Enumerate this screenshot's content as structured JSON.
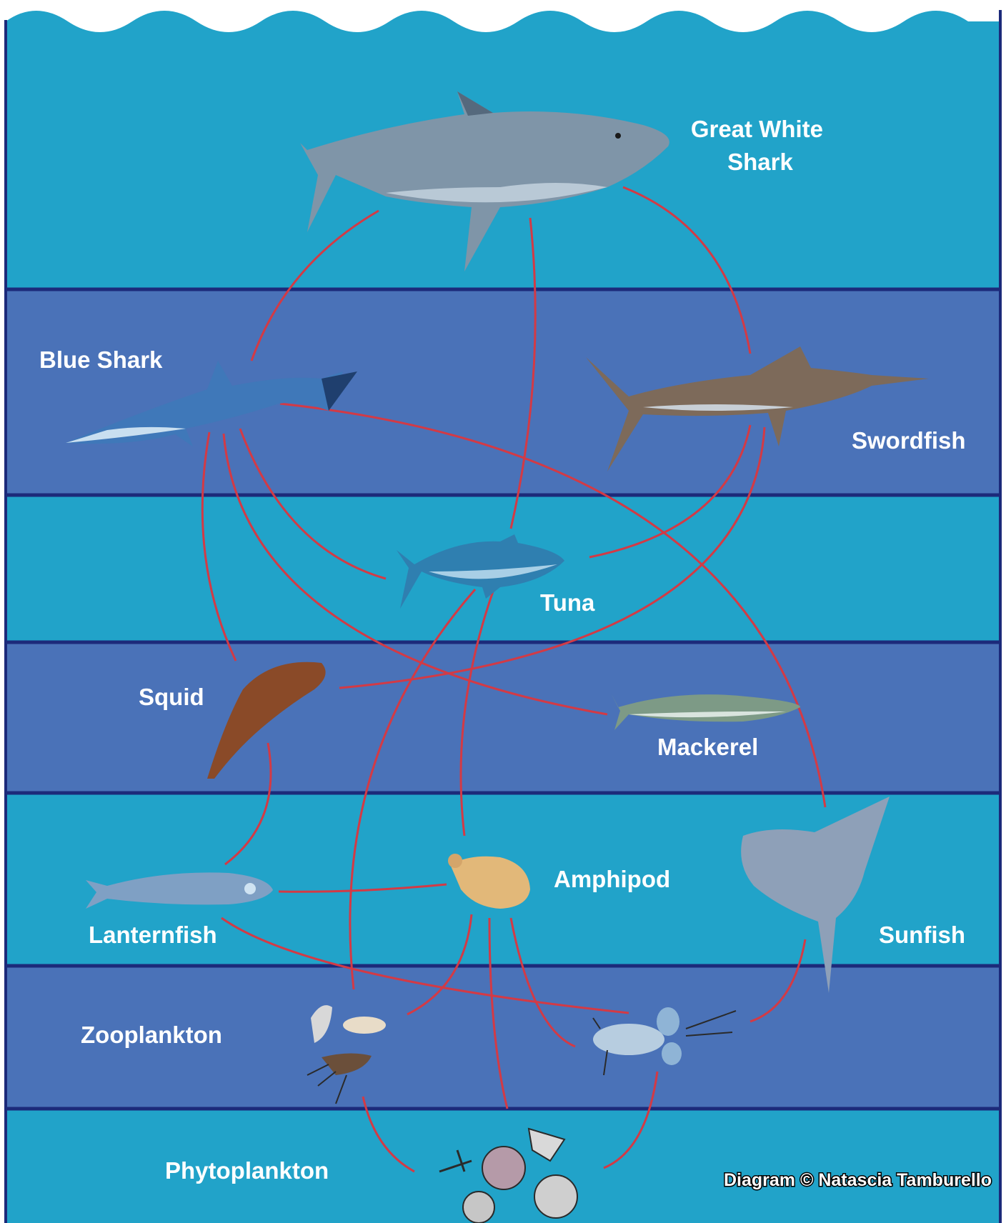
{
  "title": "",
  "credit": "Diagram © Natascia Tamburello",
  "colors": {
    "band_light": "#21a3c9",
    "band_dark": "#4a72b8",
    "band_line": "#1c2a7a",
    "link": "#d33a45",
    "label": "#ffffff"
  },
  "organisms": [
    {
      "id": "great-white-shark",
      "label_lines": [
        "Great White",
        "Shark"
      ]
    },
    {
      "id": "blue-shark",
      "label_lines": [
        "Blue Shark"
      ]
    },
    {
      "id": "swordfish",
      "label_lines": [
        "Swordfish"
      ]
    },
    {
      "id": "tuna",
      "label_lines": [
        "Tuna"
      ]
    },
    {
      "id": "squid",
      "label_lines": [
        "Squid"
      ]
    },
    {
      "id": "mackerel",
      "label_lines": [
        "Mackerel"
      ]
    },
    {
      "id": "amphipod",
      "label_lines": [
        "Amphipod"
      ]
    },
    {
      "id": "lanternfish",
      "label_lines": [
        "Lanternfish"
      ]
    },
    {
      "id": "sunfish",
      "label_lines": [
        "Sunfish"
      ]
    },
    {
      "id": "zooplankton",
      "label_lines": [
        "Zooplankton"
      ]
    },
    {
      "id": "phytoplankton",
      "label_lines": [
        "Phytoplankton"
      ]
    }
  ],
  "links": [
    [
      "great-white-shark",
      "blue-shark"
    ],
    [
      "great-white-shark",
      "tuna"
    ],
    [
      "great-white-shark",
      "swordfish"
    ],
    [
      "blue-shark",
      "tuna"
    ],
    [
      "blue-shark",
      "squid"
    ],
    [
      "blue-shark",
      "mackerel"
    ],
    [
      "blue-shark",
      "sunfish"
    ],
    [
      "swordfish",
      "tuna"
    ],
    [
      "swordfish",
      "squid"
    ],
    [
      "tuna",
      "amphipod"
    ],
    [
      "tuna",
      "zooplankton"
    ],
    [
      "squid",
      "lanternfish"
    ],
    [
      "lanternfish",
      "amphipod"
    ],
    [
      "lanternfish",
      "copepod"
    ],
    [
      "amphipod",
      "zooplankton"
    ],
    [
      "amphipod",
      "copepod"
    ],
    [
      "amphipod",
      "phytoplankton"
    ],
    [
      "sunfish",
      "copepod"
    ],
    [
      "zooplankton",
      "phytoplankton"
    ],
    [
      "copepod",
      "phytoplankton"
    ]
  ]
}
